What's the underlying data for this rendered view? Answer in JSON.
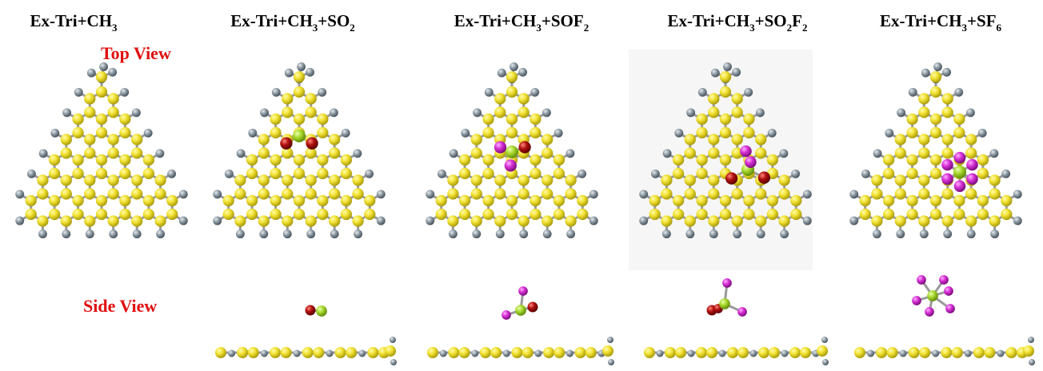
{
  "panels": [
    {
      "id": "p1",
      "base": "Ex-Tri+CH",
      "parts": [
        {
          "sub": "3"
        }
      ],
      "gas": null
    },
    {
      "id": "p2",
      "base": "Ex-Tri+CH",
      "parts": [
        {
          "sub": "3"
        },
        {
          "txt": "+SO"
        },
        {
          "sub": "2"
        }
      ],
      "gas": "SO2"
    },
    {
      "id": "p3",
      "base": "Ex-Tri+CH",
      "parts": [
        {
          "sub": "3"
        },
        {
          "txt": "+SOF"
        },
        {
          "sub": "2"
        }
      ],
      "gas": "SOF2"
    },
    {
      "id": "p4",
      "base": "Ex-Tri+CH",
      "parts": [
        {
          "sub": "3"
        },
        {
          "txt": "+SO"
        },
        {
          "sub": "2"
        },
        {
          "txt": "F"
        },
        {
          "sub": "2"
        }
      ],
      "gas": "SO2F2"
    },
    {
      "id": "p5",
      "base": "Ex-Tri+CH",
      "parts": [
        {
          "sub": "3"
        },
        {
          "txt": "+SF"
        },
        {
          "sub": "6"
        }
      ],
      "gas": "SF6"
    }
  ],
  "labels": {
    "top_view": "Top View",
    "side_view": "Side View"
  },
  "colors": {
    "carbon": "#f2e233",
    "hydrogen": "#7d8a94",
    "sulfur": "#a8d92c",
    "oxygen": "#b01010",
    "fluorine": "#d631d6",
    "label_red": "#e01010"
  }
}
